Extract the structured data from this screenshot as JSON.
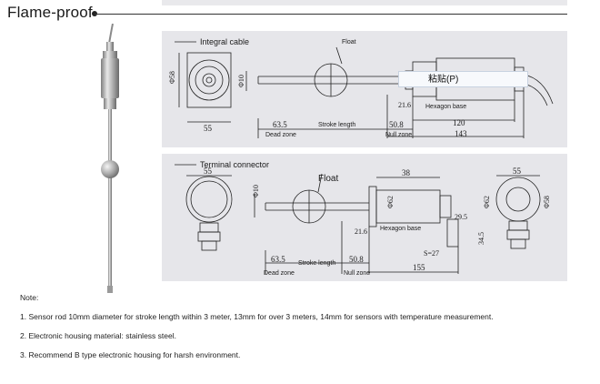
{
  "title": "Flame-proof",
  "integral_cable": {
    "label": "Integral cable",
    "float": "Float",
    "d58": "Φ58",
    "d10": "Φ10",
    "w55": "55",
    "d635": "63.5",
    "stroke": "Stroke length",
    "d508": "50.8",
    "d120": "120",
    "d143": "143",
    "d216": "21.6",
    "hex": "Hexagon base",
    "dead": "Dead zone",
    "null": "Null zone"
  },
  "terminal_connector": {
    "label": "Terminal connector",
    "float": "Float",
    "d10": "Φ10",
    "w55_left": "55",
    "d62": "Φ62",
    "d38": "38",
    "d295": "29.5",
    "d216": "21.6",
    "hex": "Hexagon base",
    "s27": "S=27",
    "d345": "34.5",
    "d635": "63.5",
    "stroke": "Stroke length",
    "d508": "50.8",
    "d155": "155",
    "dead": "Dead zone",
    "null": "Null zone",
    "w55_right": "55",
    "d62_right": "Φ62",
    "d58_right": "Φ58"
  },
  "paste_tooltip": "粘贴(P)",
  "notes": {
    "heading": "Note:",
    "items": [
      "1. Sensor rod 10mm diameter for stroke length within 3 meter, 13mm for over 3 meters, 14mm for sensors with temperature measurement.",
      "2. Electronic housing material: stainless steel.",
      "3. Recommend B type electronic housing for harsh environment."
    ]
  }
}
